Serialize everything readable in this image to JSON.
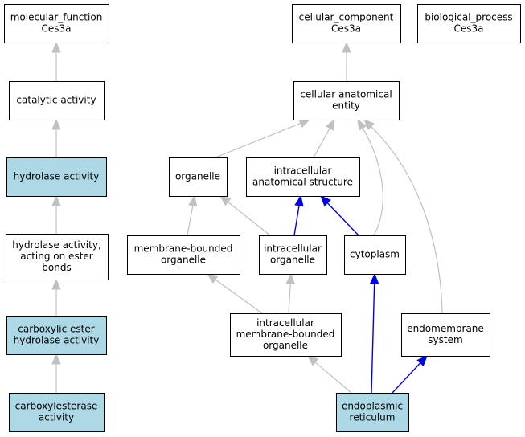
{
  "colors": {
    "highlight_fill": "#add8e6",
    "default_fill": "#ffffff",
    "edge_gray": "#c0c0c0",
    "edge_blue": "#0000ee"
  },
  "nodes": [
    {
      "id": "molecular_function",
      "lines": [
        "molecular_function",
        "Ces3a"
      ],
      "highlight": false
    },
    {
      "id": "catalytic_activity",
      "lines": [
        "catalytic activity"
      ],
      "highlight": false
    },
    {
      "id": "hydrolase_activity",
      "lines": [
        "hydrolase activity"
      ],
      "highlight": true
    },
    {
      "id": "hydrolase_ester_bonds",
      "lines": [
        "hydrolase activity,",
        "acting on ester",
        "bonds"
      ],
      "highlight": false
    },
    {
      "id": "carboxylic_ester_hydrolase",
      "lines": [
        "carboxylic ester",
        "hydrolase activity"
      ],
      "highlight": true
    },
    {
      "id": "carboxylesterase_activity",
      "lines": [
        "carboxylesterase",
        "activity"
      ],
      "highlight": true
    },
    {
      "id": "cellular_component",
      "lines": [
        "cellular_component",
        "Ces3a"
      ],
      "highlight": false
    },
    {
      "id": "biological_process",
      "lines": [
        "biological_process",
        "Ces3a"
      ],
      "highlight": false
    },
    {
      "id": "cellular_anatomical_entity",
      "lines": [
        "cellular anatomical",
        "entity"
      ],
      "highlight": false
    },
    {
      "id": "organelle",
      "lines": [
        "organelle"
      ],
      "highlight": false
    },
    {
      "id": "intracellular_anatomical_structure",
      "lines": [
        "intracellular",
        "anatomical structure"
      ],
      "highlight": false
    },
    {
      "id": "membrane_bounded_organelle",
      "lines": [
        "membrane-bounded",
        "organelle"
      ],
      "highlight": false
    },
    {
      "id": "intracellular_organelle",
      "lines": [
        "intracellular",
        "organelle"
      ],
      "highlight": false
    },
    {
      "id": "cytoplasm",
      "lines": [
        "cytoplasm"
      ],
      "highlight": false
    },
    {
      "id": "intracellular_membrane_bounded_organelle",
      "lines": [
        "intracellular",
        "membrane-bounded",
        "organelle"
      ],
      "highlight": false
    },
    {
      "id": "endomembrane_system",
      "lines": [
        "endomembrane",
        "system"
      ],
      "highlight": false
    },
    {
      "id": "endoplasmic_reticulum",
      "lines": [
        "endoplasmic",
        "reticulum"
      ],
      "highlight": true
    }
  ],
  "edges": [
    {
      "from": "catalytic_activity",
      "to": "molecular_function",
      "kind": "gray"
    },
    {
      "from": "hydrolase_activity",
      "to": "catalytic_activity",
      "kind": "gray"
    },
    {
      "from": "hydrolase_ester_bonds",
      "to": "hydrolase_activity",
      "kind": "gray"
    },
    {
      "from": "carboxylic_ester_hydrolase",
      "to": "hydrolase_ester_bonds",
      "kind": "gray"
    },
    {
      "from": "carboxylesterase_activity",
      "to": "carboxylic_ester_hydrolase",
      "kind": "gray"
    },
    {
      "from": "cellular_anatomical_entity",
      "to": "cellular_component",
      "kind": "gray"
    },
    {
      "from": "organelle",
      "to": "cellular_anatomical_entity",
      "kind": "gray"
    },
    {
      "from": "intracellular_anatomical_structure",
      "to": "cellular_anatomical_entity",
      "kind": "gray"
    },
    {
      "from": "cytoplasm",
      "to": "cellular_anatomical_entity",
      "kind": "gray"
    },
    {
      "from": "endomembrane_system",
      "to": "cellular_anatomical_entity",
      "kind": "gray"
    },
    {
      "from": "membrane_bounded_organelle",
      "to": "organelle",
      "kind": "gray"
    },
    {
      "from": "intracellular_organelle",
      "to": "organelle",
      "kind": "gray"
    },
    {
      "from": "intracellular_organelle",
      "to": "intracellular_anatomical_structure",
      "kind": "blue"
    },
    {
      "from": "cytoplasm",
      "to": "intracellular_anatomical_structure",
      "kind": "blue"
    },
    {
      "from": "intracellular_membrane_bounded_organelle",
      "to": "membrane_bounded_organelle",
      "kind": "gray"
    },
    {
      "from": "intracellular_membrane_bounded_organelle",
      "to": "intracellular_organelle",
      "kind": "gray"
    },
    {
      "from": "endoplasmic_reticulum",
      "to": "intracellular_membrane_bounded_organelle",
      "kind": "gray"
    },
    {
      "from": "endoplasmic_reticulum",
      "to": "cytoplasm",
      "kind": "blue"
    },
    {
      "from": "endoplasmic_reticulum",
      "to": "endomembrane_system",
      "kind": "blue"
    }
  ]
}
